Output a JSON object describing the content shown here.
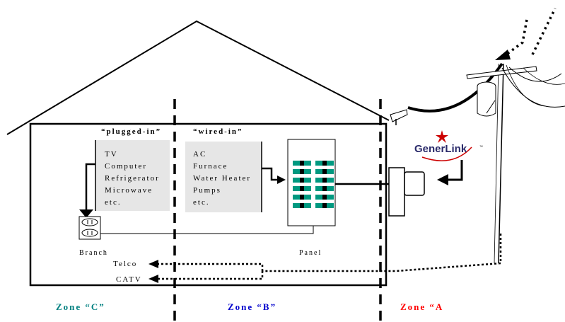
{
  "labels": {
    "plugged_in": "“plugged-in”",
    "wired_in": "“wired-in”",
    "plugged_items": [
      "TV",
      "Computer",
      "Refrigerator",
      "Microwave",
      "etc."
    ],
    "wired_items": [
      "AC",
      "Furnace",
      "Water Heater",
      "Pumps",
      "etc."
    ],
    "branch": "Branch",
    "panel": "Panel",
    "telco": "Telco",
    "catv": "CATV",
    "logo": "GenerLink",
    "logo_tm": "™"
  },
  "zones": [
    {
      "label": "Zone “C”",
      "color": "#008080"
    },
    {
      "label": "Zone “B”",
      "color": "#0000cc"
    },
    {
      "label": "Zone “A",
      "color": "#ff0000"
    }
  ],
  "colors": {
    "breaker": "#009980",
    "box_fill": "#e6e6e6",
    "logo_star": "#cc0000",
    "logo_text": "#2a2a6a"
  }
}
